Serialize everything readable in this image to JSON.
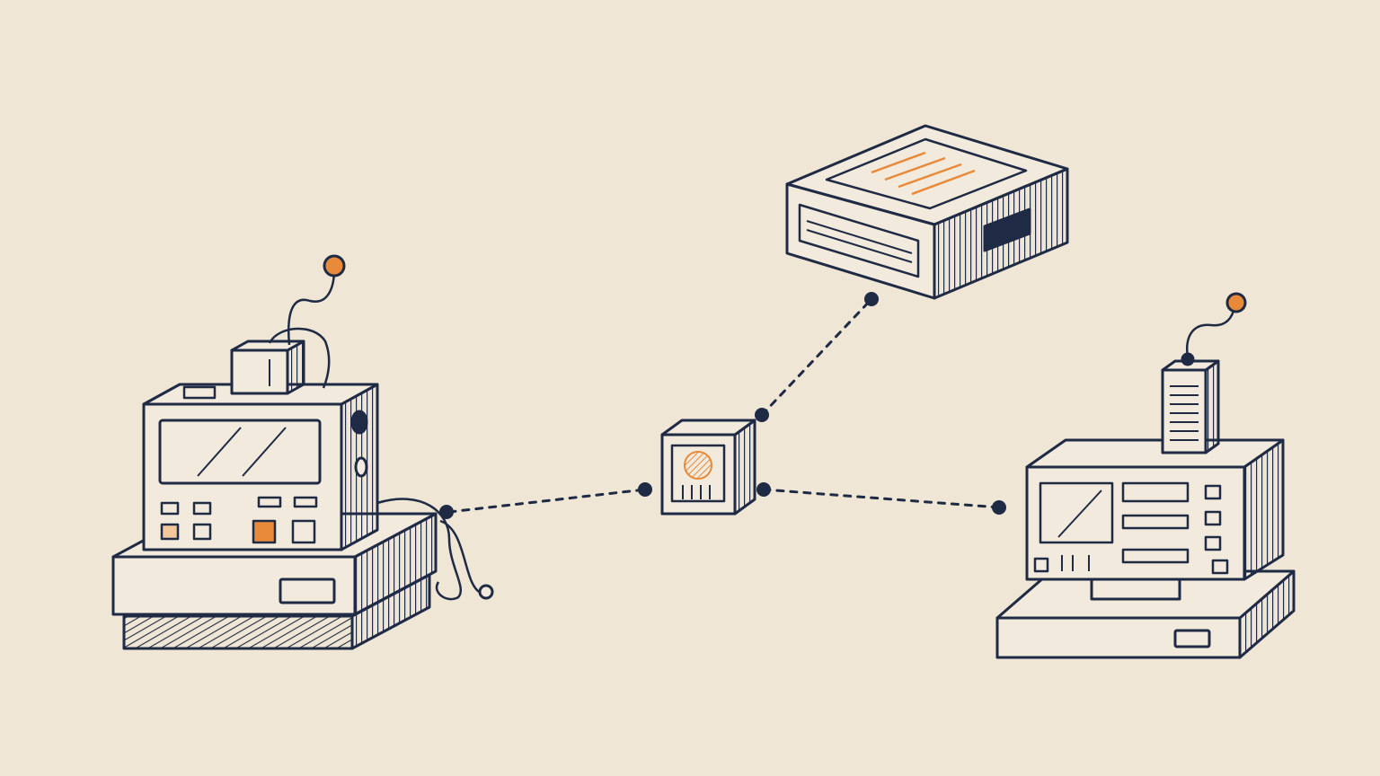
{
  "colors": {
    "background": "#efe6d5",
    "ink": "#1f2a44",
    "accent": "#e88a3a",
    "face": "#f2ebdd"
  },
  "nodes": [
    {
      "id": "left-device",
      "icon": "retro-computer-icon"
    },
    {
      "id": "hub-cube",
      "icon": "hub-cube-icon"
    },
    {
      "id": "top-storage",
      "icon": "storage-box-icon"
    },
    {
      "id": "right-device",
      "icon": "retro-computer-icon"
    }
  ],
  "connections": [
    {
      "from": "left-device",
      "to": "hub-cube",
      "style": "dashed"
    },
    {
      "from": "hub-cube",
      "to": "top-storage",
      "style": "dashed"
    },
    {
      "from": "hub-cube",
      "to": "right-device",
      "style": "dashed"
    }
  ]
}
